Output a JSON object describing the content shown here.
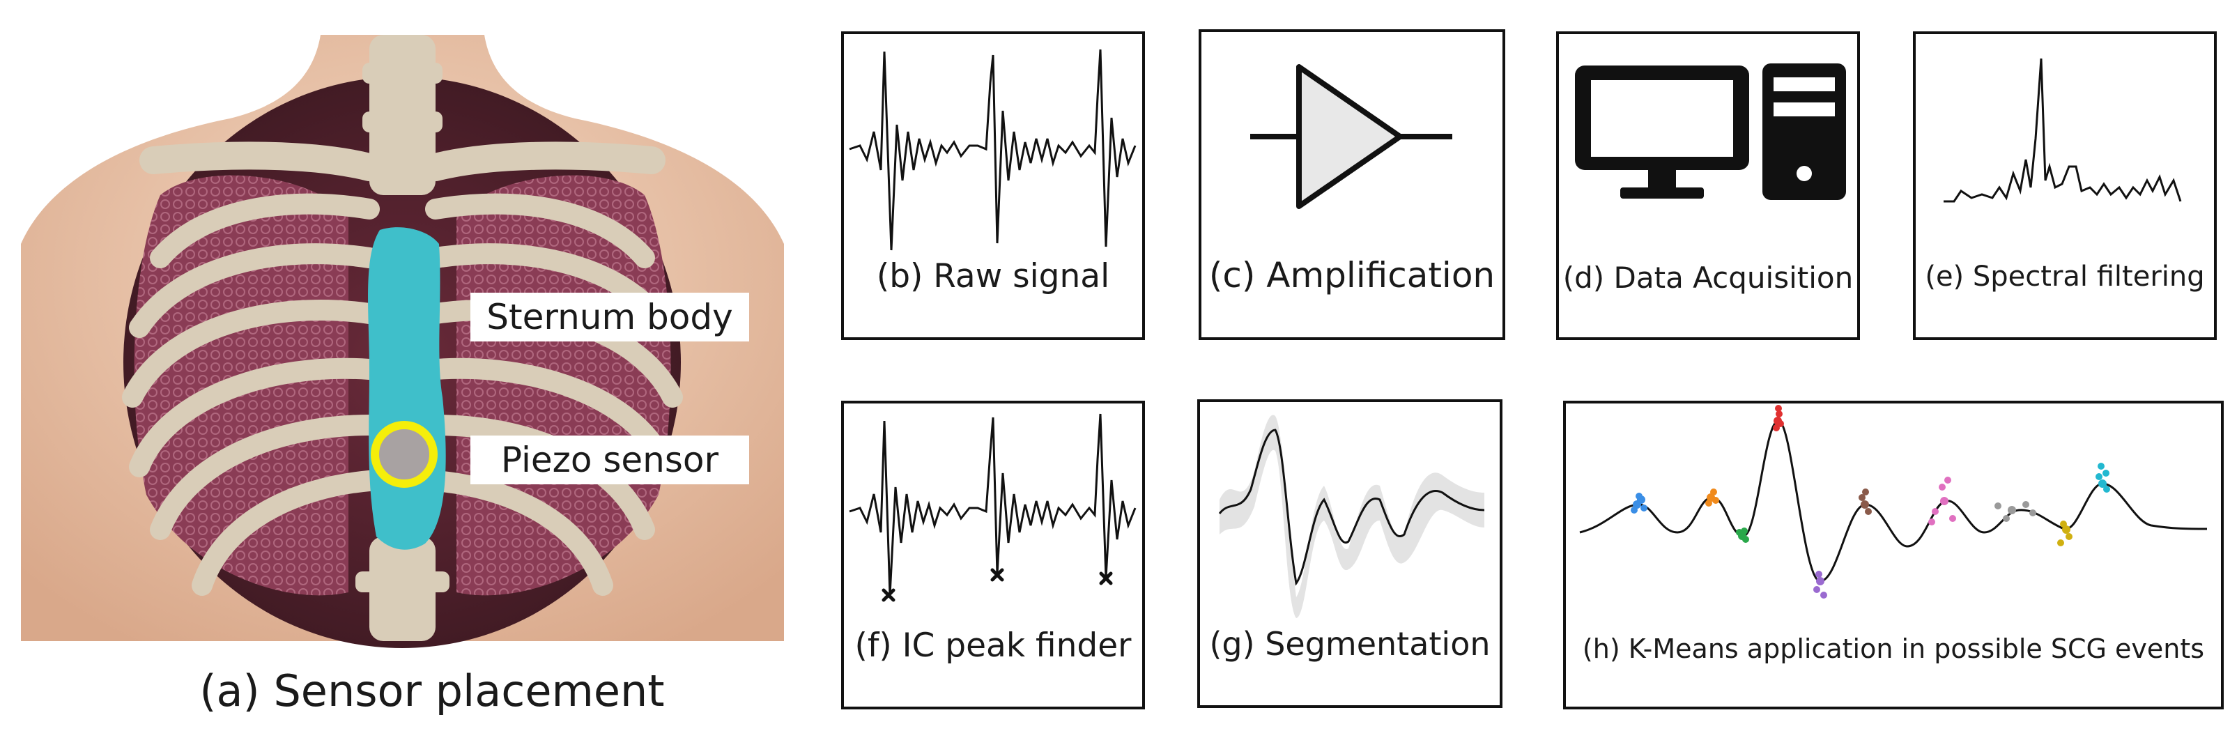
{
  "panels": {
    "a": {
      "caption": "(a) Sensor placement",
      "labels": [
        "Sternum body",
        "Piezo sensor"
      ]
    },
    "b": {
      "caption": "(b) Raw signal"
    },
    "c": {
      "caption": "(c) Amplification"
    },
    "d": {
      "caption": "(d) Data Acquisition"
    },
    "e": {
      "caption": "(e) Spectral filtering"
    },
    "f": {
      "caption": "(f) IC peak finder"
    },
    "g": {
      "caption": "(g) Segmentation"
    },
    "h": {
      "caption": "(h) K-Means application in possible SCG events"
    }
  },
  "colors": {
    "skin": "#e9c4a8",
    "bone": "#d9cdb8",
    "lung": "#8a3c55",
    "sternum_highlight": "#3fbfca",
    "sensor_ring": "#f5ee0a",
    "sensor_fill": "#a8a2a2",
    "cluster_colors": [
      "#3a8ee6",
      "#f08a1c",
      "#2aa84a",
      "#e03030",
      "#9a6ad0",
      "#8a5a4a",
      "#e070c0",
      "#9a9a9a",
      "#d0b010",
      "#22b8d0"
    ]
  },
  "icons": [
    "amplifier-triangle-icon",
    "computer-monitor-icon",
    "computer-tower-icon"
  ]
}
